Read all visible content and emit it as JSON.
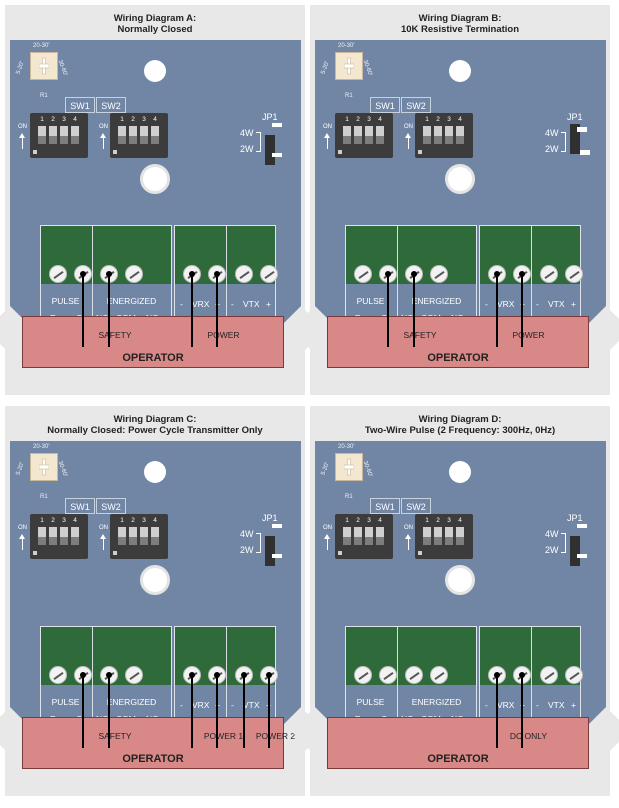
{
  "diagrams": [
    {
      "title_line1": "Wiring Diagram A:",
      "title_line2": "Normally Closed",
      "jp_setting": "2W",
      "wires": [
        {
          "terminal": 2,
          "label": "SAFETY"
        },
        {
          "terminal": 3,
          "label": ""
        },
        {
          "terminal": 5,
          "label": "POWER"
        },
        {
          "terminal": 6,
          "label": ""
        }
      ],
      "wire_label_positions": [
        {
          "from": 2,
          "to": 3,
          "text": "SAFETY"
        },
        {
          "from": 5,
          "to": 6,
          "text": "POWER"
        }
      ]
    },
    {
      "title_line1": "Wiring Diagram B:",
      "title_line2": "10K Resistive Termination",
      "jp_setting": "4W",
      "wires": [
        {
          "terminal": 2,
          "label": ""
        },
        {
          "terminal": 3,
          "label": ""
        },
        {
          "terminal": 5,
          "label": ""
        },
        {
          "terminal": 6,
          "label": ""
        }
      ],
      "wire_label_positions": [
        {
          "from": 2,
          "to": 3,
          "text": "SAFETY"
        },
        {
          "from": 5,
          "to": 6,
          "text": "POWER"
        }
      ]
    },
    {
      "title_line1": "Wiring Diagram C:",
      "title_line2": "Normally Closed: Power Cycle Transmitter Only",
      "jp_setting": "2W",
      "wires": [
        {
          "terminal": 2,
          "label": ""
        },
        {
          "terminal": 3,
          "label": ""
        },
        {
          "terminal": 5,
          "label": ""
        },
        {
          "terminal": 6,
          "label": ""
        },
        {
          "terminal": 7,
          "label": ""
        },
        {
          "terminal": 8,
          "label": ""
        }
      ],
      "wire_label_positions": [
        {
          "from": 2,
          "to": 3,
          "text": "SAFETY"
        },
        {
          "from": 5,
          "to": 6,
          "text": "POWER 1"
        },
        {
          "from": 7,
          "to": 8,
          "text": "POWER 2"
        }
      ]
    },
    {
      "title_line1": "Wiring Diagram D:",
      "title_line2": "Two-Wire Pulse (2 Frequency: 300Hz, 0Hz)",
      "jp_setting": "2W",
      "wires": [
        {
          "terminal": 5,
          "label": ""
        },
        {
          "terminal": 6,
          "label": ""
        }
      ],
      "wire_label_positions": [
        {
          "from": 5,
          "to": 6,
          "text": "DC ONLY"
        }
      ]
    }
  ],
  "common": {
    "pot_top": "20-30'",
    "pot_left": "5-20'",
    "pot_right": "30-60'",
    "pot_ref": "R1",
    "sw1": "SW1",
    "sw2": "SW2",
    "dip_numbers": [
      "1",
      "2",
      "3",
      "4"
    ],
    "on_label": "ON",
    "jp1": "JP1",
    "jp_4w": "4W",
    "jp_2w": "2W",
    "group_pulse": "PULSE",
    "group_energized": "ENERGIZED",
    "group_vrx": "VRX",
    "group_vtx": "VTX",
    "pulse_e": "E",
    "pulse_c": "C",
    "energized_nc": "NC",
    "energized_com": "COM",
    "energized_no": "NO",
    "minus": "-",
    "plus": "+",
    "operator": "OPERATOR"
  },
  "colors": {
    "board": "#7185a5",
    "terminal_green": "#2f6a3a",
    "operator_box": "#d98888",
    "panel_bg": "#e8e8e8"
  }
}
